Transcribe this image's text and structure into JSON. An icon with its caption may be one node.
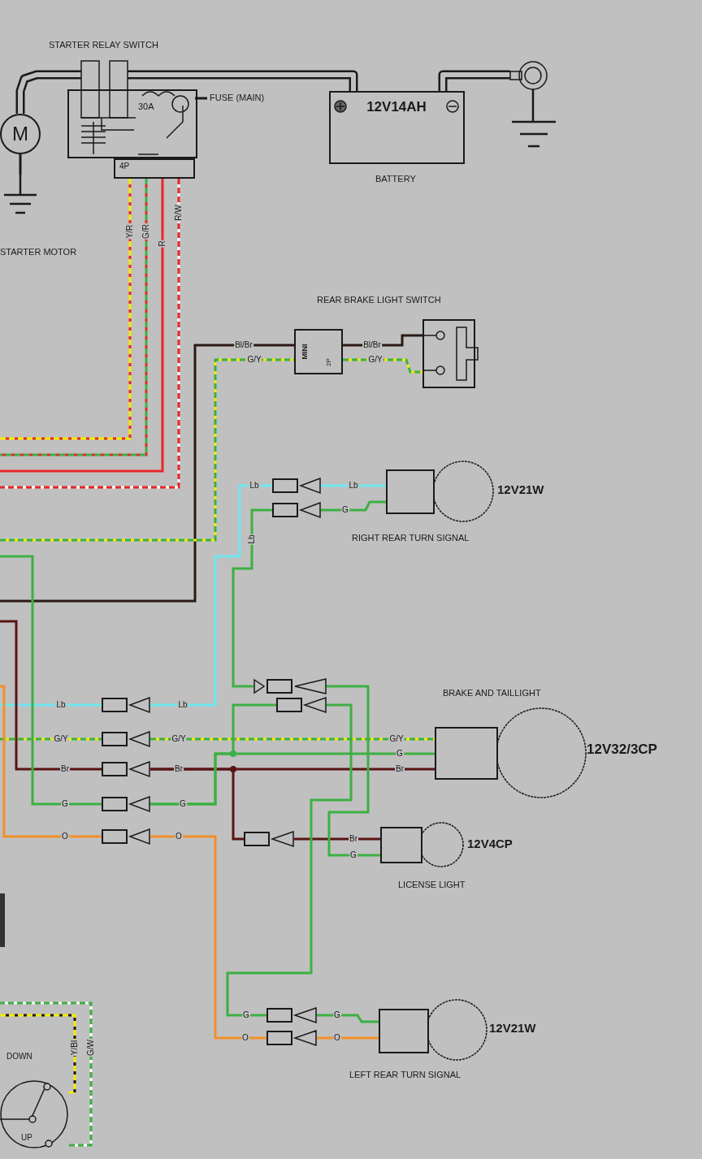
{
  "diagram": {
    "nodes": [
      {
        "text": [
          "M"
        ]
      },
      {
        "text": [],
        "shape": "ground"
      },
      {
        "text": [
          "STARTER RELAY SWITCH",
          "30A",
          "4P"
        ]
      },
      {
        "text": [
          "FUSE (MAIN)"
        ]
      },
      {
        "text": [
          "12V14AH"
        ],
        "beside": [
          "BATTERY"
        ]
      },
      {
        "text": [],
        "shape": "ground"
      },
      {
        "text": [
          "MINI",
          "2P"
        ]
      },
      {
        "text": [
          "REAR BRAKE LIGHT SWITCH"
        ]
      },
      {
        "text": [],
        "shape": "connector"
      },
      {
        "text": [],
        "shape": "connector"
      },
      {
        "text": [
          "12V21W"
        ],
        "beside": [
          "RIGHT REAR TURN SIGNAL"
        ]
      },
      {
        "text": [],
        "shape": "connector"
      },
      {
        "text": [],
        "shape": "connector"
      },
      {
        "text": [],
        "shape": "connector"
      },
      {
        "text": [],
        "shape": "connector"
      },
      {
        "text": [],
        "shape": "connector"
      },
      {
        "text": [],
        "shape": "connector"
      },
      {
        "text": [],
        "shape": "connector"
      },
      {
        "text": [
          "12V32/3CP"
        ],
        "beside": [
          "BRAKE AND TAILLIGHT"
        ]
      },
      {
        "text": [],
        "shape": "connector"
      },
      {
        "text": [
          "12V4CP"
        ],
        "beside": [
          "LICENSE LIGHT"
        ]
      },
      {
        "text": [],
        "shape": "connector"
      },
      {
        "text": [],
        "shape": "connector"
      },
      {
        "text": [
          "12V21W"
        ],
        "beside": [
          "LEFT REAR TURN SIGNAL"
        ]
      },
      {
        "text": [
          "DOWN",
          "UP"
        ]
      },
      {
        "text": [],
        "shape": "box"
      }
    ],
    "edges": [
      {
        "from": 0,
        "to": 1,
        "arrow": "none",
        "color": "#1a1a1a"
      },
      {
        "from": 0,
        "to": 2,
        "arrow": "none",
        "style": "thick",
        "color": "#1a1a1a"
      },
      {
        "from": 2,
        "to": 4,
        "arrow": "none",
        "style": "thick",
        "color": "#1a1a1a"
      },
      {
        "from": 4,
        "to": 5,
        "arrow": "none",
        "style": "thick",
        "color": "#1a1a1a"
      },
      {
        "from": 3,
        "to": 2,
        "arrow": "none",
        "color": "#1a1a1a"
      },
      {
        "from": 2,
        "to": null,
        "arrow": "none",
        "label": "Y/R",
        "style": "dashed",
        "color": "#f2ea00"
      },
      {
        "from": 2,
        "to": null,
        "arrow": "none",
        "label": "G/R",
        "style": "dashed",
        "color": "#3cb043"
      },
      {
        "from": 2,
        "to": null,
        "arrow": "none",
        "label": "R",
        "color": "#e8262a"
      },
      {
        "from": 2,
        "to": null,
        "arrow": "none",
        "label": "R/W",
        "style": "dashed",
        "color": "#e8262a"
      },
      {
        "from": null,
        "to": 6,
        "arrow": "none",
        "label": "Bl/Br",
        "color": "#2b1a14"
      },
      {
        "from": null,
        "to": 6,
        "arrow": "none",
        "label": "G/Y",
        "style": "dashed",
        "color": "#3cb043"
      },
      {
        "from": 6,
        "to": 7,
        "arrow": "none",
        "label": "Bl/Br",
        "color": "#2b1a14"
      },
      {
        "from": 6,
        "to": 7,
        "arrow": "none",
        "label": "G/Y",
        "style": "dashed",
        "color": "#3cb043"
      },
      {
        "from": null,
        "to": 11,
        "arrow": "none",
        "label": "Lb",
        "color": "#6fe6ee"
      },
      {
        "from": 11,
        "to": 8,
        "arrow": "none",
        "label": "Lb",
        "color": "#6fe6ee"
      },
      {
        "from": 8,
        "to": 10,
        "arrow": "none",
        "label": "Lb",
        "color": "#6fe6ee"
      },
      {
        "from": 9,
        "to": 10,
        "arrow": "none",
        "label": "G",
        "color": "#3cb043"
      },
      {
        "from": 9,
        "to": 16,
        "arrow": "none",
        "label": "Lb",
        "color": "#3cb043"
      },
      {
        "from": null,
        "to": 12,
        "arrow": "none",
        "label": "G/Y",
        "style": "dashed",
        "color": "#3cb043"
      },
      {
        "from": 12,
        "to": 18,
        "arrow": "none",
        "label": "G/Y",
        "style": "dashed",
        "color": "#3cb043"
      },
      {
        "from": null,
        "to": 13,
        "arrow": "none",
        "label": "Br",
        "color": "#5a1414"
      },
      {
        "from": 13,
        "to": 18,
        "arrow": "none",
        "label": "Br",
        "color": "#5a1414"
      },
      {
        "from": 13,
        "to": 19,
        "arrow": "none",
        "color": "#5a1414"
      },
      {
        "from": 19,
        "to": 20,
        "arrow": "none",
        "label": "Br",
        "color": "#5a1414"
      },
      {
        "from": null,
        "to": 14,
        "arrow": "none",
        "label": "G",
        "color": "#3cb043"
      },
      {
        "from": 14,
        "to": 18,
        "arrow": "none",
        "label": "G",
        "color": "#3cb043"
      },
      {
        "from": 14,
        "to": 17,
        "arrow": "none",
        "color": "#3cb043"
      },
      {
        "from": 16,
        "to": 20,
        "arrow": "none",
        "label": "G",
        "color": "#3cb043"
      },
      {
        "from": 17,
        "to": 21,
        "arrow": "none",
        "label": "G",
        "color": "#3cb043"
      },
      {
        "from": 21,
        "to": 23,
        "arrow": "none",
        "label": "G",
        "color": "#3cb043"
      },
      {
        "from": null,
        "to": 15,
        "arrow": "none",
        "label": "O",
        "color": "#f39028"
      },
      {
        "from": 15,
        "to": 22,
        "arrow": "none",
        "label": "O",
        "color": "#f39028"
      },
      {
        "from": 22,
        "to": 23,
        "arrow": "none",
        "label": "O",
        "color": "#f39028"
      },
      {
        "from": 24,
        "to": null,
        "arrow": "none",
        "label": "Y/Bl",
        "style": "dashed",
        "color": "#f2ea00"
      },
      {
        "from": 24,
        "to": null,
        "arrow": "none",
        "label": "G/W",
        "style": "dashed",
        "color": "#3cb043"
      }
    ],
    "labels": [
      "STARTER MOTOR",
      "Lb",
      "G/Y",
      "G",
      "Br",
      "O"
    ]
  }
}
